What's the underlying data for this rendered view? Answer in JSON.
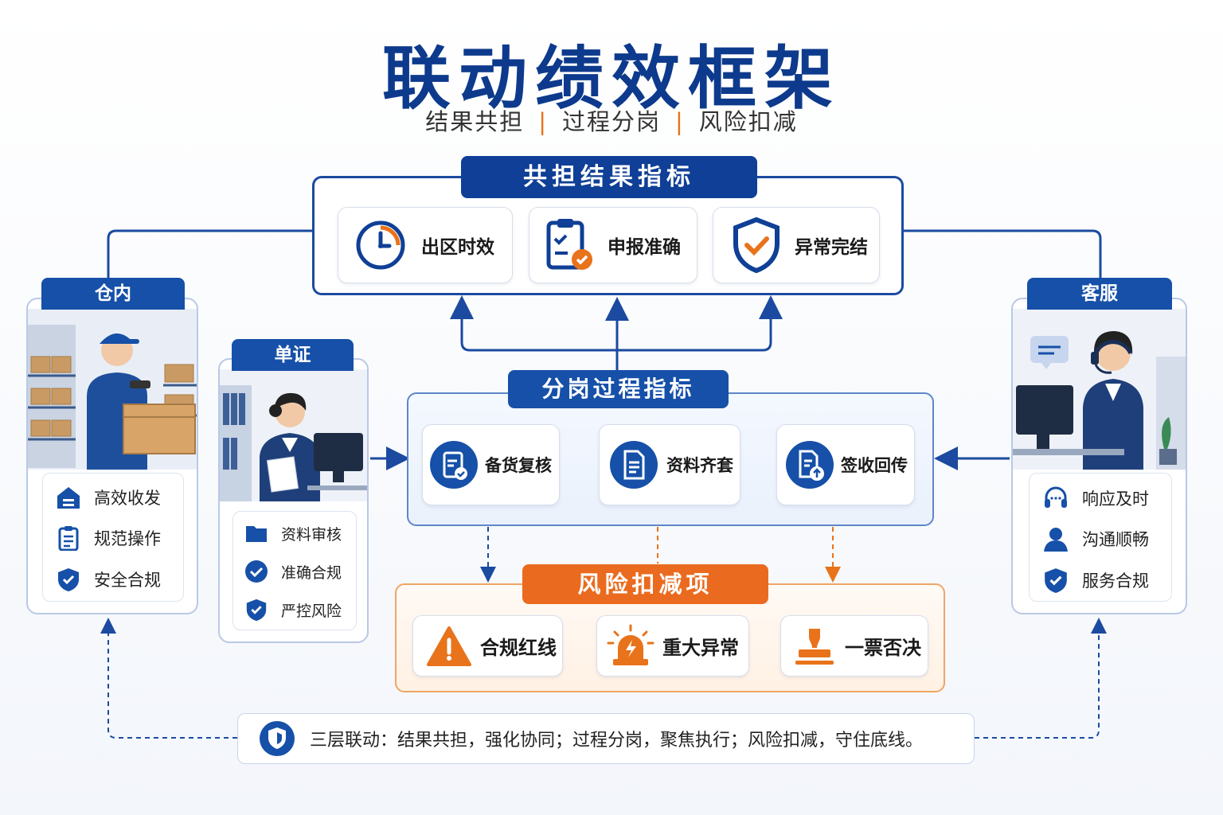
{
  "title": "联动绩效框架",
  "subtitle": {
    "part1": "结果共担",
    "part2": "过程分岗",
    "part3": "风险扣减",
    "separator": "|"
  },
  "result_layer": {
    "header": "共担结果指标",
    "items": [
      {
        "label": "出区时效",
        "icon": "clock-icon"
      },
      {
        "label": "申报准确",
        "icon": "clipboard-check-icon"
      },
      {
        "label": "异常完结",
        "icon": "shield-check-icon"
      }
    ]
  },
  "process_layer": {
    "header": "分岗过程指标",
    "items": [
      {
        "label": "备货复核",
        "icon": "checklist-icon"
      },
      {
        "label": "资料齐套",
        "icon": "document-icon"
      },
      {
        "label": "签收回传",
        "icon": "upload-document-icon"
      }
    ]
  },
  "risk_layer": {
    "header": "风险扣减项",
    "items": [
      {
        "label": "合规红线",
        "icon": "warning-icon"
      },
      {
        "label": "重大异常",
        "icon": "alarm-icon"
      },
      {
        "label": "一票否决",
        "icon": "stamp-icon"
      }
    ]
  },
  "roles": {
    "warehouse": {
      "title": "仓内",
      "items": [
        {
          "label": "高效收发",
          "icon": "warehouse-icon"
        },
        {
          "label": "规范操作",
          "icon": "clipboard-icon"
        },
        {
          "label": "安全合规",
          "icon": "shield-icon"
        }
      ]
    },
    "documents": {
      "title": "单证",
      "items": [
        {
          "label": "资料审核",
          "icon": "folder-icon"
        },
        {
          "label": "准确合规",
          "icon": "check-circle-icon"
        },
        {
          "label": "严控风险",
          "icon": "shield-icon"
        }
      ]
    },
    "service": {
      "title": "客服",
      "items": [
        {
          "label": "响应及时",
          "icon": "headset-icon"
        },
        {
          "label": "沟通顺畅",
          "icon": "user-icon"
        },
        {
          "label": "服务合规",
          "icon": "shield-icon"
        }
      ]
    }
  },
  "footer": {
    "text": "三层联动：结果共担，强化协同；过程分岗，聚焦执行；风险扣减，守住底线。",
    "icon": "shield-badge-icon"
  },
  "colors": {
    "primary": "#0f3f96",
    "accent": "#ea6b1f",
    "title": "#0d3a8c"
  }
}
